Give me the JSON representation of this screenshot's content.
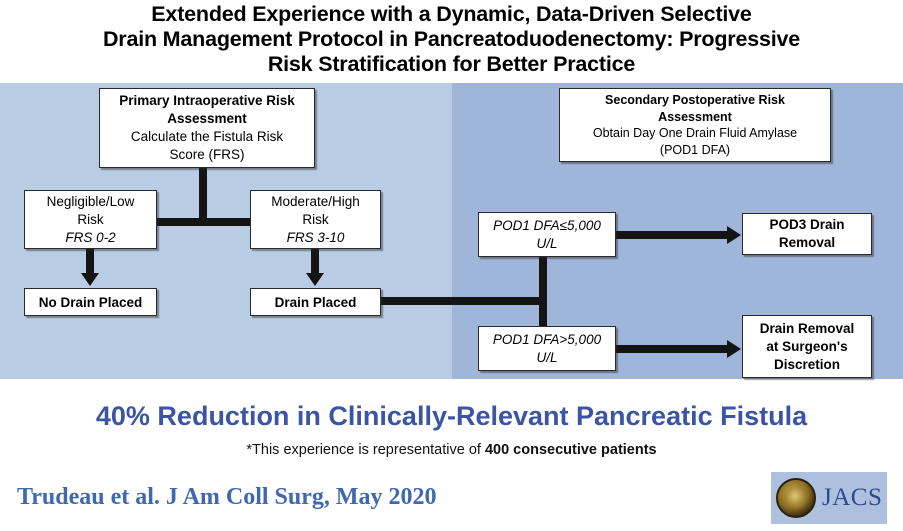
{
  "title": {
    "line1": "Extended Experience with a Dynamic, Data-Driven Selective",
    "line2": "Drain Management Protocol in Pancreatoduodenectomy: Progressive",
    "line3": "Risk Stratification for Better Practice"
  },
  "colors": {
    "panel_left_bg": "#b8cce4",
    "panel_right_bg": "#9fb5da",
    "headline_blue": "#3b55a4",
    "citation_blue": "#3e68b0",
    "connector_black": "#141414",
    "box_fill": "#ffffff"
  },
  "flowchart": {
    "primary_assessment": {
      "line1": "Primary Intraoperative Risk",
      "line2": "Assessment",
      "line3": "Calculate the Fistula Risk",
      "line4": "Score (FRS)"
    },
    "low_risk": {
      "line1": "Negligible/Low",
      "line2": "Risk",
      "line3": "FRS 0-2"
    },
    "high_risk": {
      "line1": "Moderate/High",
      "line2": "Risk",
      "line3": "FRS 3-10"
    },
    "no_drain": {
      "line1": "No Drain Placed"
    },
    "drain_placed": {
      "line1": "Drain Placed"
    },
    "secondary_assessment": {
      "line1": "Secondary Postoperative Risk",
      "line2": "Assessment",
      "line3": "Obtain Day One Drain Fluid Amylase",
      "line4": "(POD1 DFA)"
    },
    "dfa_low": {
      "line1": "POD1 DFA≤5,000",
      "line2": "U/L"
    },
    "dfa_high": {
      "line1": "POD1 DFA>5,000",
      "line2": "U/L"
    },
    "pod3_removal": {
      "line1": "POD3 Drain",
      "line2": "Removal"
    },
    "surgeon_discretion": {
      "line1": "Drain Removal",
      "line2": "at Surgeon's",
      "line3": "Discretion"
    }
  },
  "footer": {
    "headline": "40% Reduction in Clinically-Relevant Pancreatic Fistula",
    "subnote_prefix": "*This experience is representative of ",
    "subnote_strong": "400 consecutive patients",
    "citation": "Trudeau et al. J Am Coll Surg, May 2020",
    "logo_text": "JACS"
  }
}
